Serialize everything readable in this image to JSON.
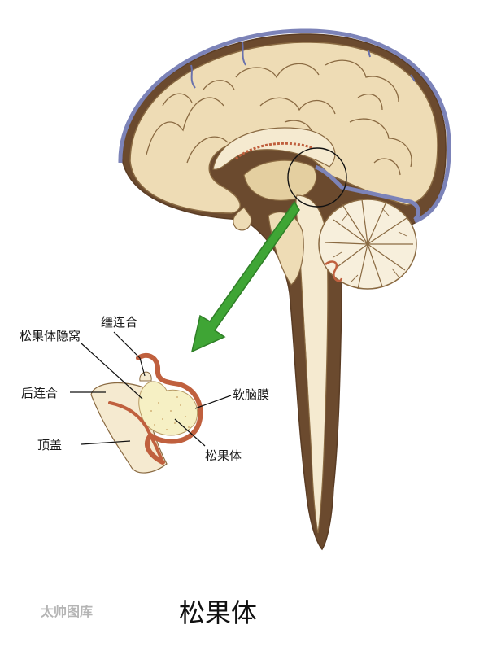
{
  "title": "松果体",
  "watermark": "太帅图库",
  "labels": {
    "habenular_commissure": "缰连合",
    "pineal_recess": "松果体隐窝",
    "posterior_commissure": "后连合",
    "tectum": "顶盖",
    "pia_mater": "软脑膜",
    "pineal_body": "松果体"
  },
  "colors": {
    "brain": "#eedcb5",
    "brain_outline": "#8a6a42",
    "cavity": "#6b4a2e",
    "meninges": "#7c83b8",
    "pia": "#c0603e",
    "gland": "#f6f0c4",
    "arrow": "#3fa535"
  }
}
